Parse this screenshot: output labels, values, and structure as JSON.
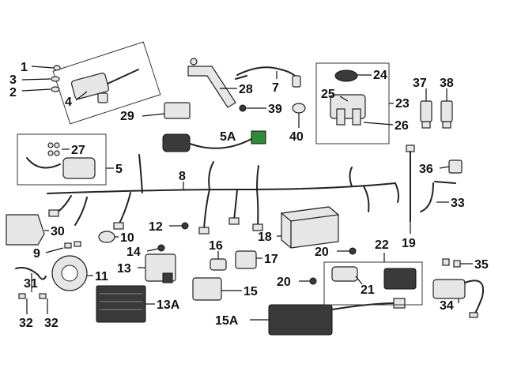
{
  "labels": {
    "l1": "1",
    "l2": "2",
    "l3": "3",
    "l4": "4",
    "l5": "5",
    "l5A": "5A",
    "l7": "7",
    "l8": "8",
    "l9": "9",
    "l10": "10",
    "l11": "11",
    "l12": "12",
    "l13": "13",
    "l13A": "13A",
    "l14": "14",
    "l15": "15",
    "l15A": "15A",
    "l16": "16",
    "l17": "17",
    "l18": "18",
    "l19": "19",
    "l20a": "20",
    "l20b": "20",
    "l21": "21",
    "l22": "22",
    "l23": "23",
    "l24": "24",
    "l25": "25",
    "l26": "26",
    "l27": "27",
    "l28": "28",
    "l29": "29",
    "l30": "30",
    "l31": "31",
    "l32a": "32",
    "l32b": "32",
    "l33": "33",
    "l34": "34",
    "l35": "35",
    "l36": "36",
    "l37": "37",
    "l38": "38",
    "l39": "39",
    "l40": "40"
  },
  "colors": {
    "line": "#111111",
    "part_fill": "#e6e6e6",
    "dark_fill": "#3a3a3a",
    "green": "#2e8b3a",
    "background": "#ffffff"
  }
}
